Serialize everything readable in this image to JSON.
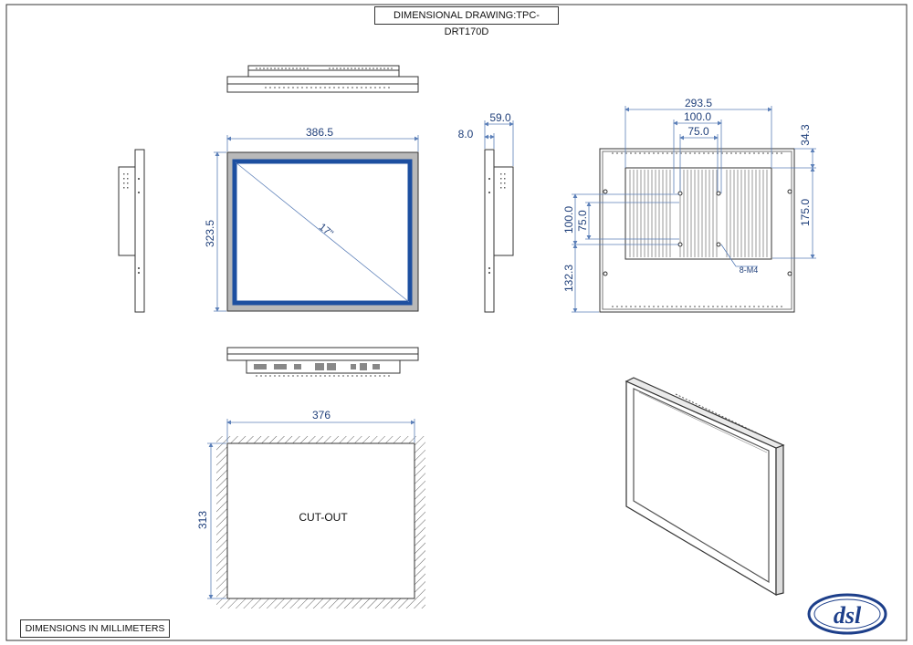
{
  "title": "DIMENSIONAL DRAWING:TPC-DRT170D",
  "units_note": "DIMENSIONS IN MILLIMETERS",
  "front": {
    "width": "386.5",
    "height": "323.5",
    "diagonal": "17\""
  },
  "side": {
    "bezel_depth": "8.0",
    "total_depth": "59.0"
  },
  "rear": {
    "hole_span": "293.5",
    "vesa_100": "100.0",
    "vesa_75": "75.0",
    "top_offset": "34.3",
    "vert_span": "175.0",
    "vesa_100_v": "100.0",
    "vesa_75_v": "75.0",
    "bottom_offset": "132.3",
    "screw_note": "8-M4"
  },
  "cutout": {
    "width": "376",
    "height": "313",
    "label": "CUT-OUT"
  },
  "logo": {
    "text": "dsl"
  },
  "colors": {
    "dim_text": "#1f3f7a",
    "dim_line": "#5b7fb8",
    "screen_blue": "#1d4fa0",
    "bezel_gray": "#b9b9b9"
  }
}
